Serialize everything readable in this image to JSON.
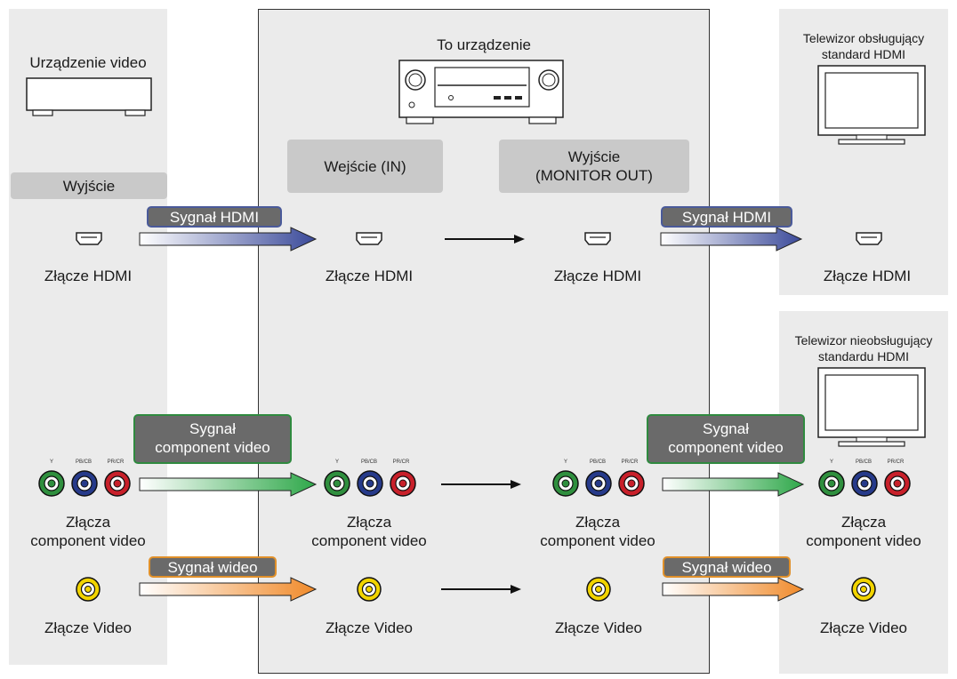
{
  "left_device": {
    "title": "Urządzenie video",
    "output_label": "Wyjście"
  },
  "center_device": {
    "title": "To urządzenie",
    "input_label": "Wejście (IN)",
    "output_label_1": "Wyjście",
    "output_label_2": "(MONITOR OUT)"
  },
  "tv_hdmi": {
    "title_1": "Telewizor obsługujący",
    "title_2": "standard HDMI"
  },
  "tv_nonhdmi": {
    "title_1": "Telewizor nieobsługujący",
    "title_2": "standardu HDMI"
  },
  "signals": {
    "hdmi": "Sygnał HDMI",
    "component_1": "Sygnał",
    "component_2": "component video",
    "video": "Sygnał wideo"
  },
  "connectors": {
    "hdmi": "Złącze HDMI",
    "component_1": "Złącza",
    "component_2": "component video",
    "video": "Złącze Video"
  },
  "jack_labels": {
    "y": "Y",
    "pb": "PB/CB",
    "pr": "PR/CR"
  },
  "colors": {
    "panel": "#ebebeb",
    "hdmi_arrow": "#3b4a9a",
    "component_arrow": "#2fa84a",
    "video_arrow": "#f08a2a"
  }
}
